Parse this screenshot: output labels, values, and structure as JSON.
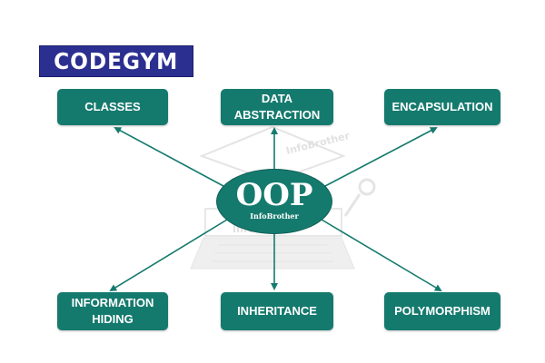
{
  "logo": {
    "text": "CODEGYM"
  },
  "center": {
    "title": "OOP",
    "subtitle": "InfoBrother"
  },
  "concepts": {
    "classes": "CLASSES",
    "data_abstraction": "DATA\nABSTRACTION",
    "encapsulation": "ENCAPSULATION",
    "information_hiding": "INFORMATION\nHIDING",
    "inheritance": "INHERITANCE",
    "polymorphism": "POLYMORPHISM"
  },
  "watermark": {
    "text_top": "InfoBrother",
    "text_bottom": "InfoBrother"
  },
  "colors": {
    "box_fill": "#157a6e",
    "arrow": "#157a6e",
    "logo_fill": "#2b2f8f",
    "text": "#ffffff"
  }
}
